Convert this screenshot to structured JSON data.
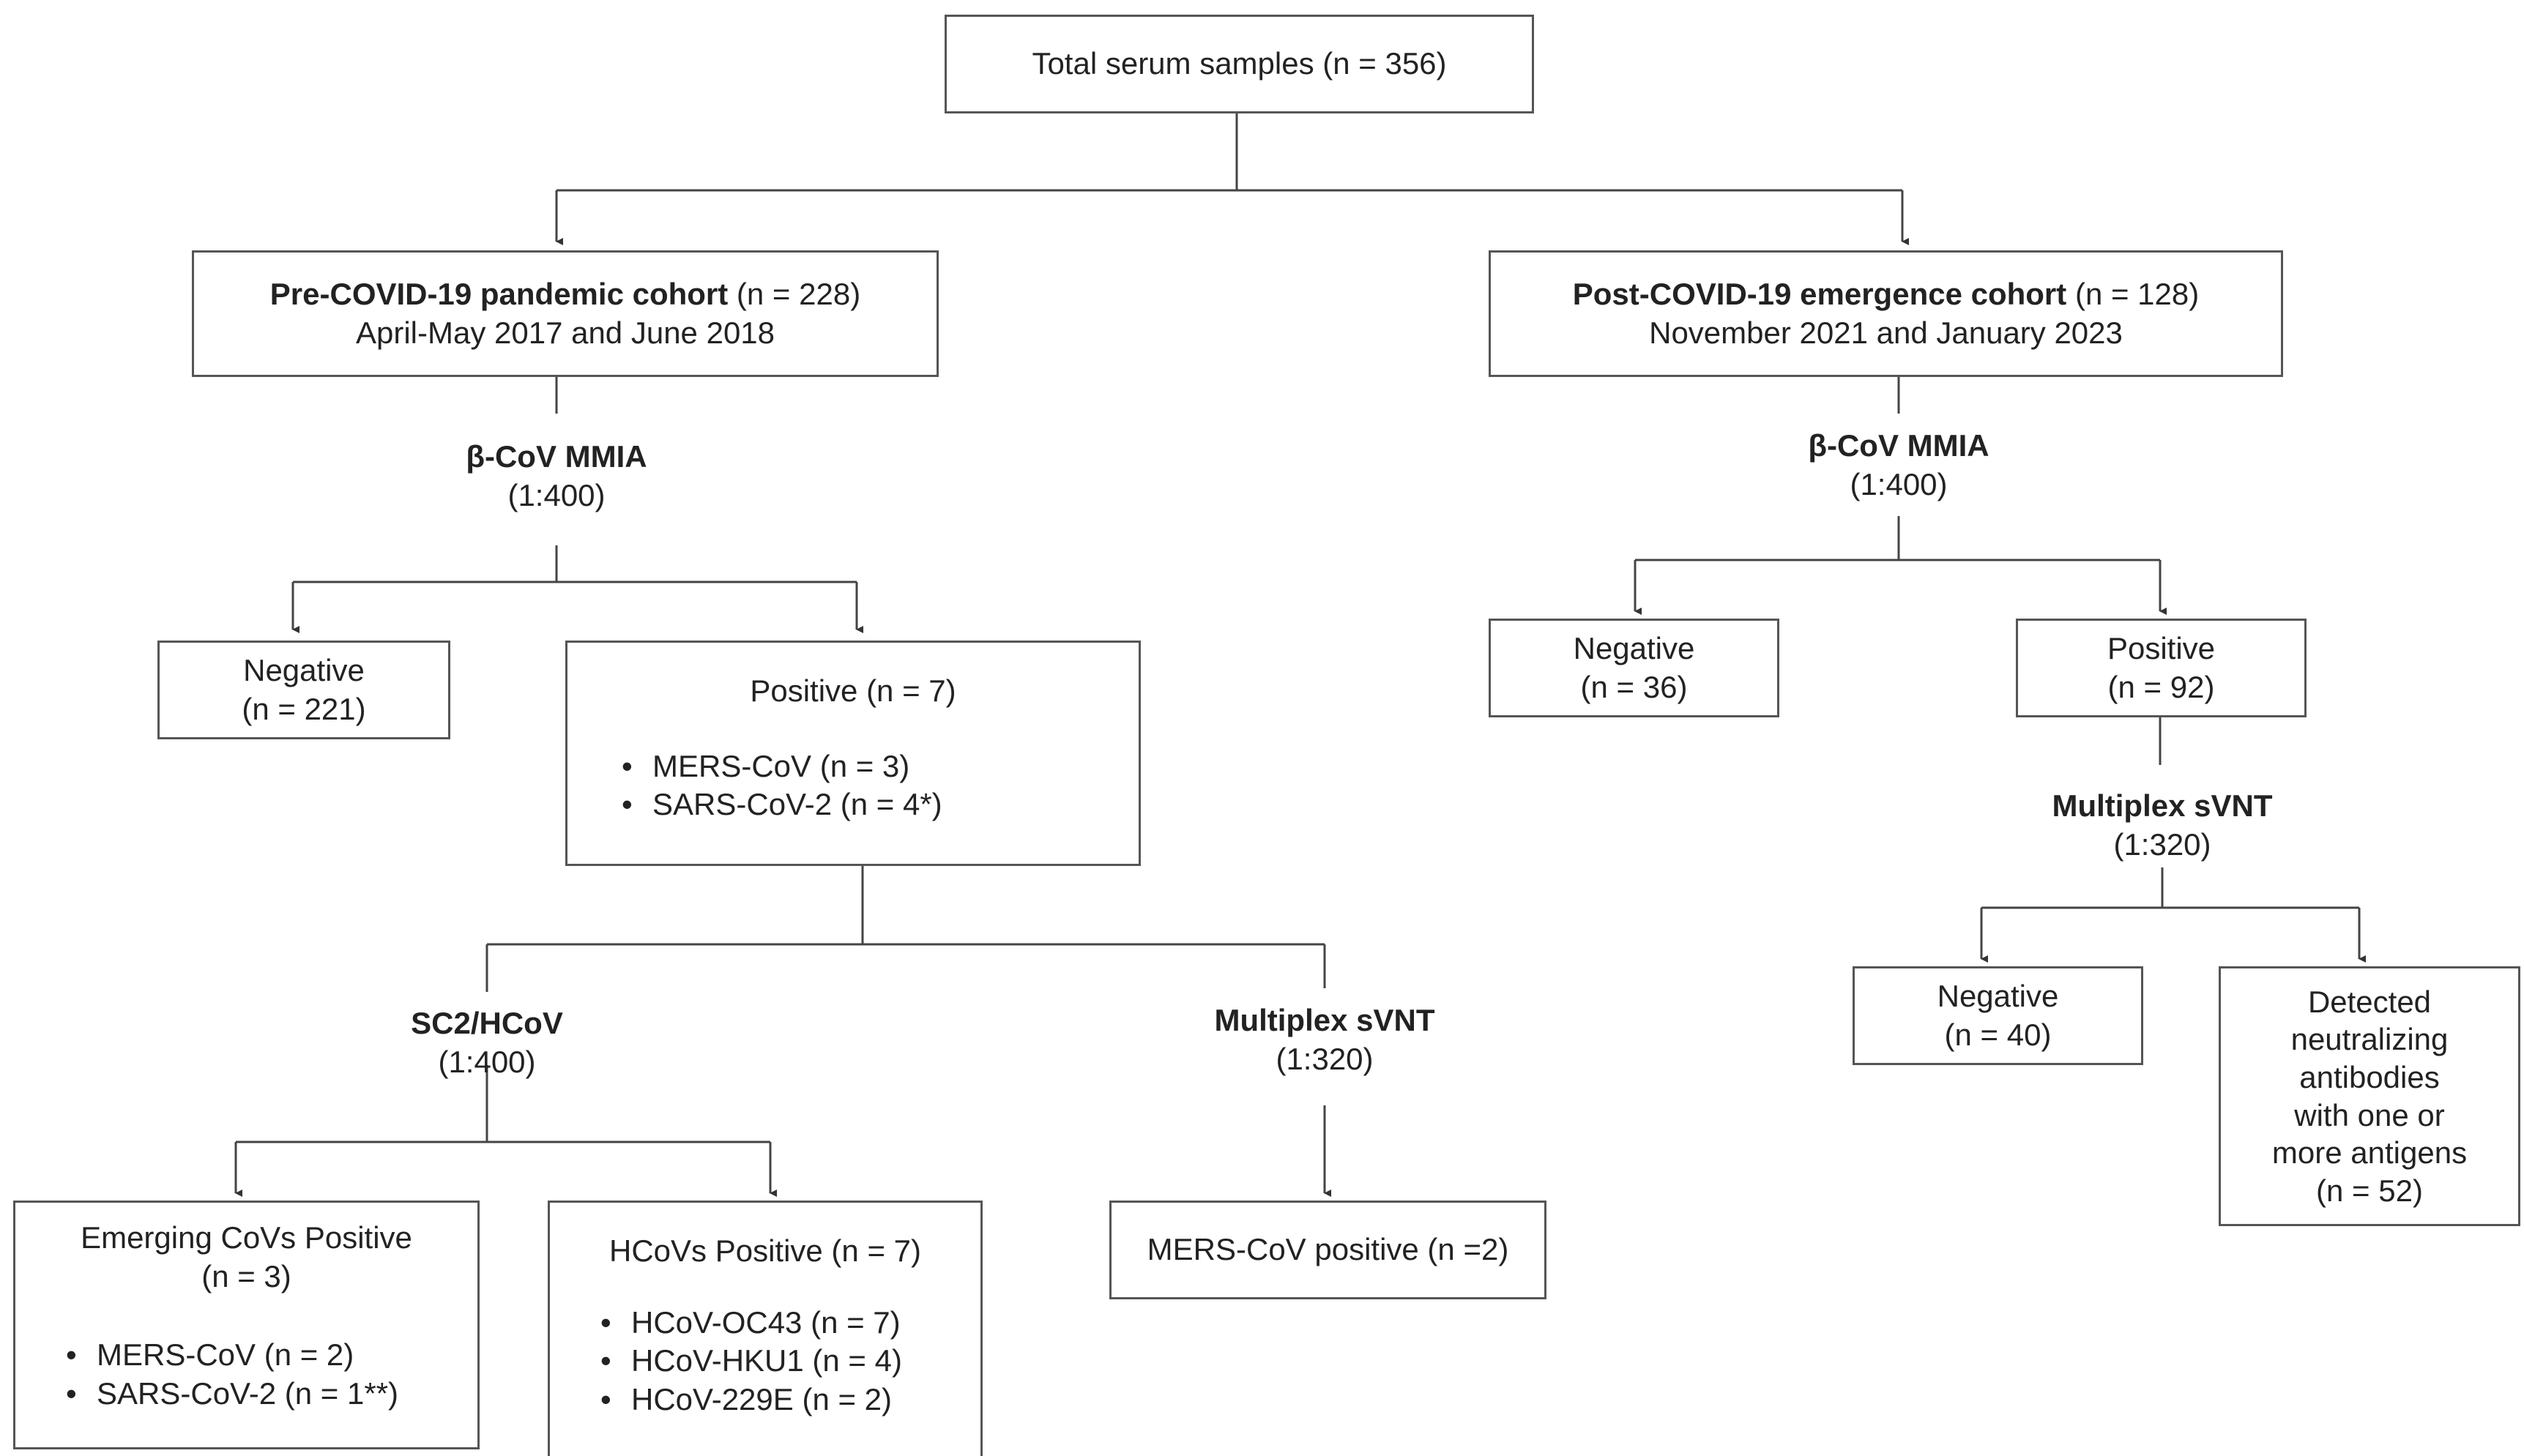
{
  "total": {
    "text": "Total serum samples (n = 356)"
  },
  "pre_cohort": {
    "title": "Pre-COVID-19 pandemic cohort",
    "count": "(n = 228)",
    "dates": "April-May 2017 and June 2018",
    "assay": {
      "name": "β-CoV MMIA",
      "dilution": "(1:400)"
    },
    "negative": {
      "label": "Negative",
      "count": "(n = 221)"
    },
    "positive": {
      "title": "Positive (n = 7)",
      "items": [
        "MERS-CoV (n = 3)",
        "SARS-CoV-2 (n = 4*)"
      ]
    },
    "sc2_assay": {
      "name": "SC2/HCoV",
      "dilution": "(1:400)"
    },
    "svnt_assay": {
      "name": "Multiplex sVNT",
      "dilution": "(1:320)"
    },
    "emerging": {
      "title": "Emerging CoVs Positive",
      "count": "(n = 3)",
      "items": [
        "MERS-CoV (n = 2)",
        "SARS-CoV-2 (n = 1**)"
      ]
    },
    "hcovs": {
      "title": "HCoVs Positive (n = 7)",
      "items": [
        "HCoV-OC43 (n = 7)",
        "HCoV-HKU1 (n = 4)",
        "HCoV-229E (n = 2)"
      ]
    },
    "mers_positive": {
      "text": "MERS-CoV positive (n =2)"
    }
  },
  "post_cohort": {
    "title": "Post-COVID-19 emergence cohort",
    "count": "(n = 128)",
    "dates": "November 2021 and January 2023",
    "assay": {
      "name": "β-CoV MMIA",
      "dilution": "(1:400)"
    },
    "negative": {
      "label": "Negative",
      "count": "(n = 36)"
    },
    "positive": {
      "label": "Positive",
      "count": "(n = 92)"
    },
    "svnt_assay": {
      "name": "Multiplex sVNT",
      "dilution": "(1:320)"
    },
    "svnt_negative": {
      "label": "Negative",
      "count": "(n = 40)"
    },
    "detected": {
      "lines": [
        "Detected",
        "neutralizing",
        "antibodies",
        "with one or",
        "more antigens",
        "(n = 52)"
      ]
    }
  }
}
